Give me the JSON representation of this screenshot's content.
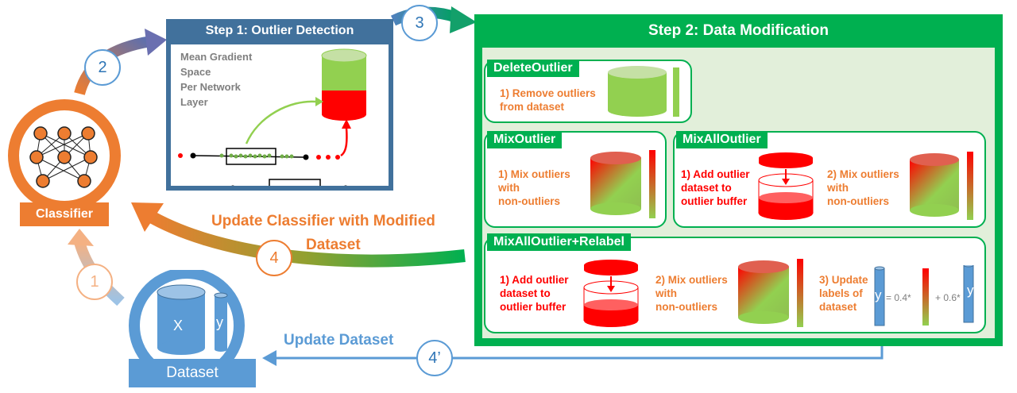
{
  "classifier": {
    "label": "Classifier"
  },
  "dataset": {
    "label": "Dataset",
    "x": "X",
    "y": "y"
  },
  "step1": {
    "title": "Step 1: Outlier Detection",
    "desc": [
      "Mean Gradient",
      "Space",
      "Per Network",
      "Layer"
    ]
  },
  "step2": {
    "title": "Step 2: Data Modification"
  },
  "delete_outlier": {
    "title": "DeleteOutlier",
    "desc": [
      "1) Remove outliers",
      "from dataset"
    ]
  },
  "mix_outlier": {
    "title": "MixOutlier",
    "desc": [
      "1) Mix outliers",
      "with",
      "non-outliers"
    ]
  },
  "mix_all_outlier": {
    "title": "MixAllOutlier",
    "step1": [
      "1) Add outlier",
      "dataset to",
      "outlier buffer"
    ],
    "step2": [
      "2) Mix outliers",
      "with",
      "non-outliers"
    ]
  },
  "relabel": {
    "title": "MixAllOutlier+Relabel",
    "step1": [
      "1) Add outlier",
      "dataset to",
      "outlier buffer"
    ],
    "step2": [
      "2) Mix outliers",
      "with",
      "non-outliers"
    ],
    "step3": [
      "3) Update",
      "labels of",
      "dataset"
    ],
    "eq_y": "y",
    "eq_coef1": "= 0.4*",
    "eq_coef2": "+ 0.6*",
    "eq_y2": "y"
  },
  "steps": {
    "n1": "1",
    "n2": "2",
    "n3": "3",
    "n4": "4",
    "n4p": "4’"
  },
  "update_classifier": [
    "Update Classifier with Modified",
    "Dataset"
  ],
  "update_dataset": "Update Dataset",
  "colors": {
    "orange": "#ed7d31",
    "blue": "#5b9bd5",
    "dark_blue": "#41719c",
    "green": "#00b050",
    "light_green": "#92d050",
    "red": "#ff0000",
    "step1_header": "#41719c"
  }
}
